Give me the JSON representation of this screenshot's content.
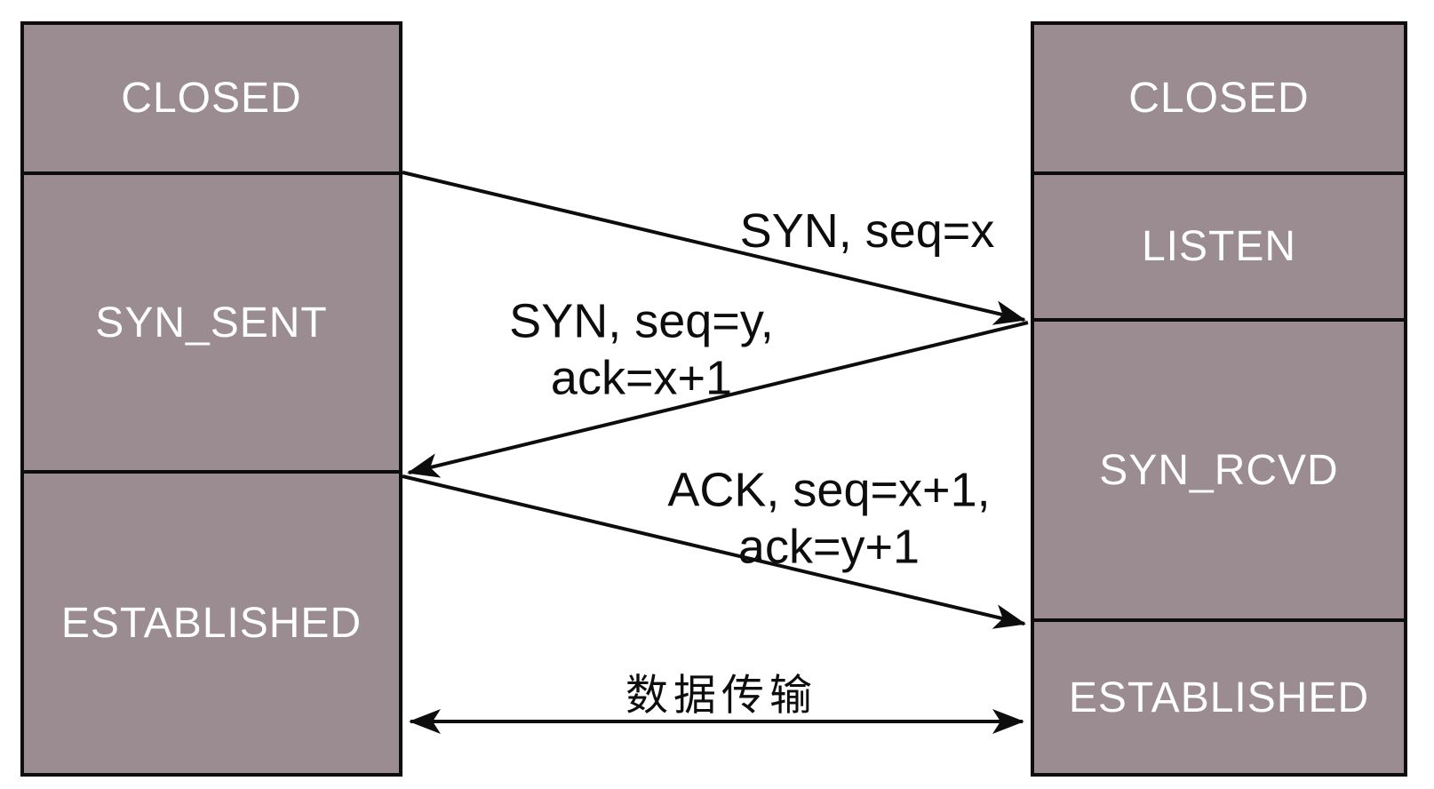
{
  "diagram": {
    "type": "tcp-three-way-handshake-sequence",
    "client": {
      "states": [
        {
          "label": "CLOSED"
        },
        {
          "label": "SYN_SENT"
        },
        {
          "label": "ESTABLISHED"
        }
      ]
    },
    "server": {
      "states": [
        {
          "label": "CLOSED"
        },
        {
          "label": "LISTEN"
        },
        {
          "label": "SYN_RCVD"
        },
        {
          "label": "ESTABLISHED"
        }
      ]
    },
    "messages": [
      {
        "line1": "SYN, seq=x",
        "direction": "client-to-server"
      },
      {
        "line1": "SYN, seq=y,",
        "line2": "ack=x+1",
        "direction": "server-to-client"
      },
      {
        "line1": "ACK, seq=x+1,",
        "line2": "ack=y+1",
        "direction": "client-to-server"
      },
      {
        "line1": "数据传输",
        "direction": "bidirectional"
      }
    ],
    "colors": {
      "background": "#ffffff",
      "box_fill": "#9a8c91",
      "box_border": "#0d0d0d",
      "box_text": "#ffffff",
      "arrow": "#0d0d0d",
      "label_text": "#0d0d0d"
    }
  }
}
